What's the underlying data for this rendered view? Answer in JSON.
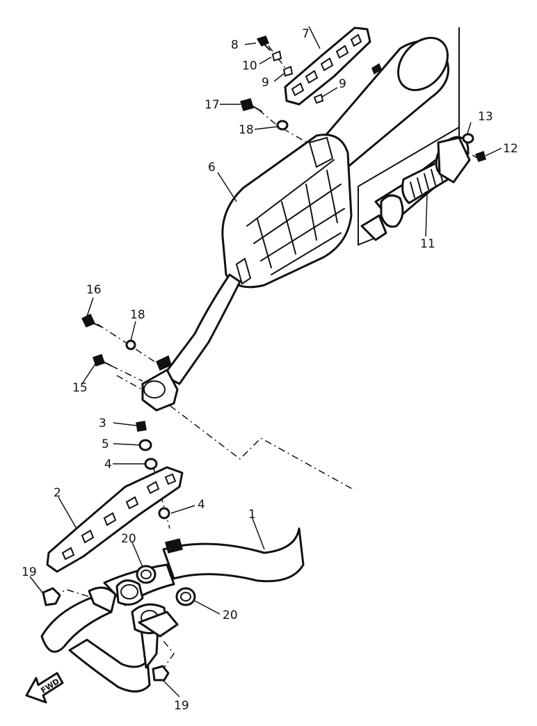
{
  "diagram": {
    "callouts": {
      "c1": "1",
      "c2": "2",
      "c3": "3",
      "c4a": "4",
      "c4b": "4",
      "c5": "5",
      "c6": "6",
      "c7": "7",
      "c8": "8",
      "c9a": "9",
      "c9b": "9",
      "c10": "10",
      "c11": "11",
      "c12": "12",
      "c13": "13",
      "c15": "15",
      "c16": "16",
      "c17": "17",
      "c18a": "18",
      "c18b": "18",
      "c19a": "19",
      "c19b": "19",
      "c20a": "20",
      "c20b": "20"
    },
    "fwd_label": "FWD"
  }
}
